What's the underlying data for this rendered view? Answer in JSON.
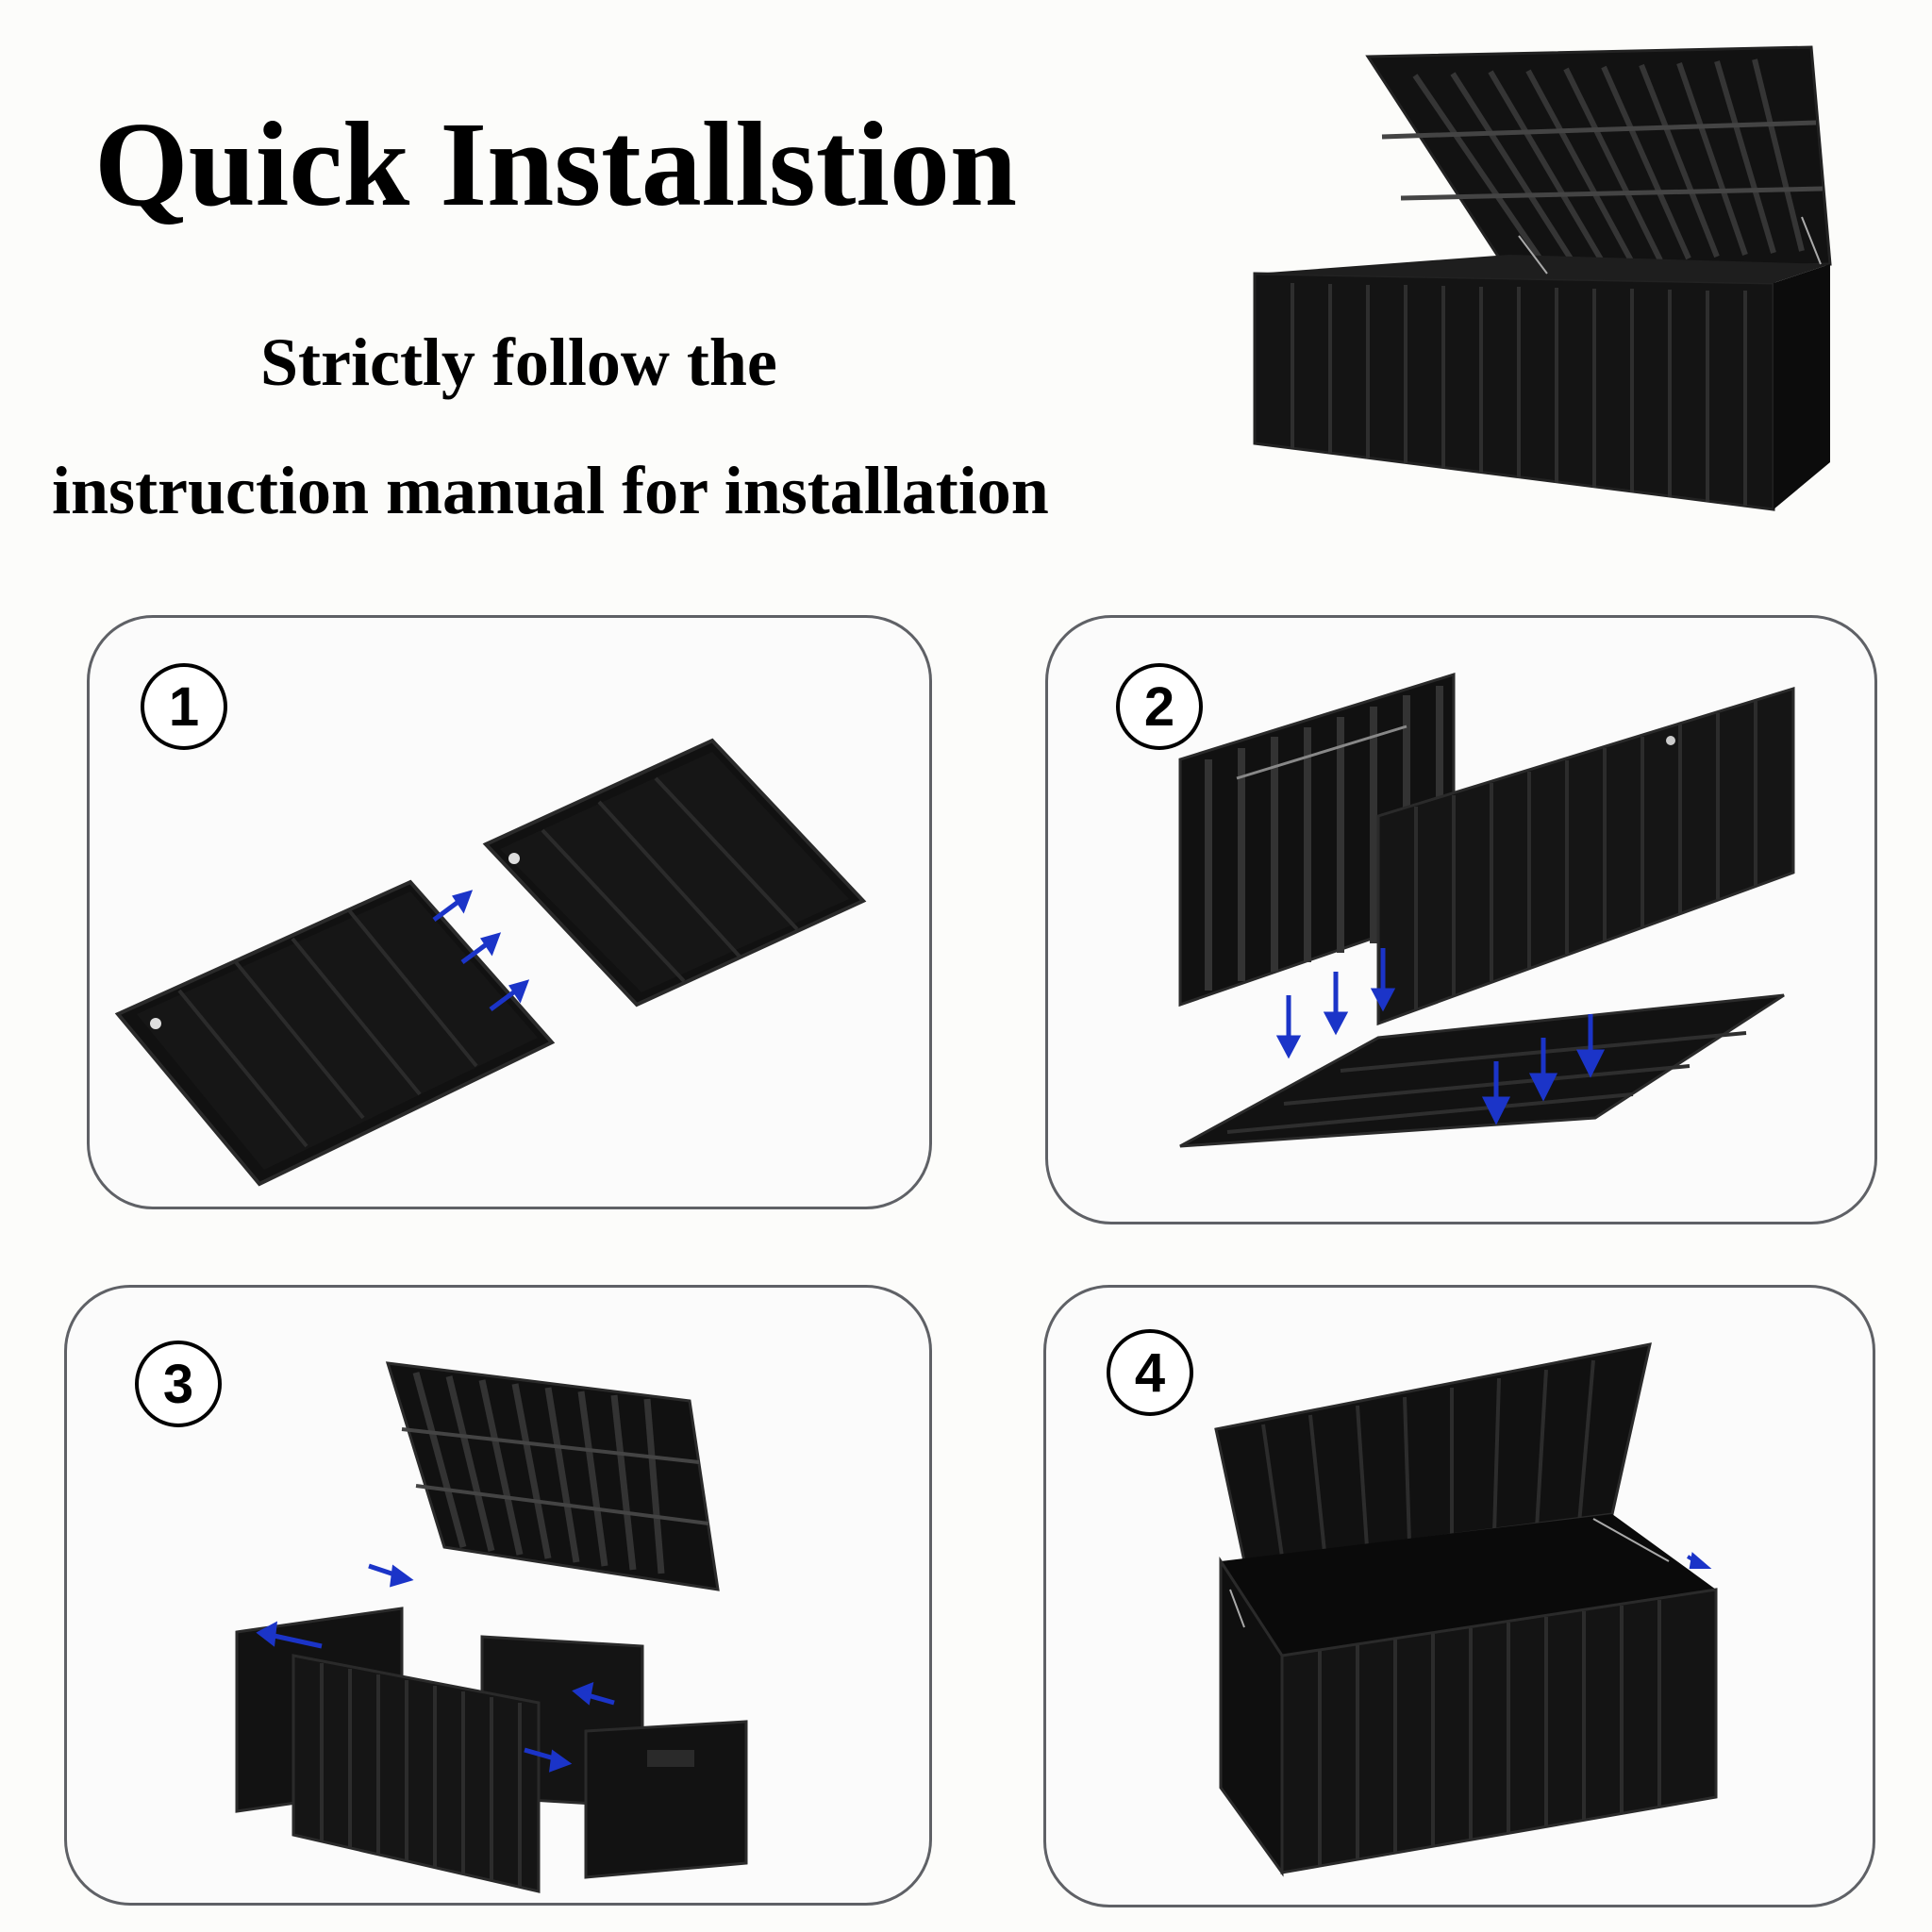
{
  "header": {
    "title": "Quick Installstion",
    "subtitle_line1": "Strictly follow the",
    "subtitle_line2": "instruction manual for installation"
  },
  "steps": [
    {
      "number": "1"
    },
    {
      "number": "2"
    },
    {
      "number": "3"
    },
    {
      "number": "4"
    }
  ],
  "colors": {
    "background": "#fcfcfa",
    "panel_border": "#5f6166",
    "product": "#111111",
    "arrow": "#1b34c8"
  },
  "icons": {
    "hero": "storage-box-icon",
    "step1": "base-panels-icon",
    "step2": "wall-panels-icon",
    "step3": "box-assembly-icon",
    "step4": "finished-box-icon"
  }
}
